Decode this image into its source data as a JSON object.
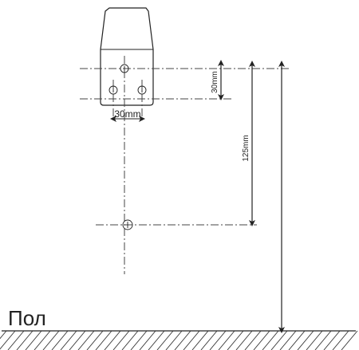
{
  "labels": {
    "spacing_horizontal": "30mm",
    "spacing_vertical": "30mm",
    "distance_lower_hole": "125mm",
    "floor": "Пол"
  },
  "colors": {
    "line": "#222222",
    "centerline": "#444444",
    "background": "#ffffff"
  }
}
